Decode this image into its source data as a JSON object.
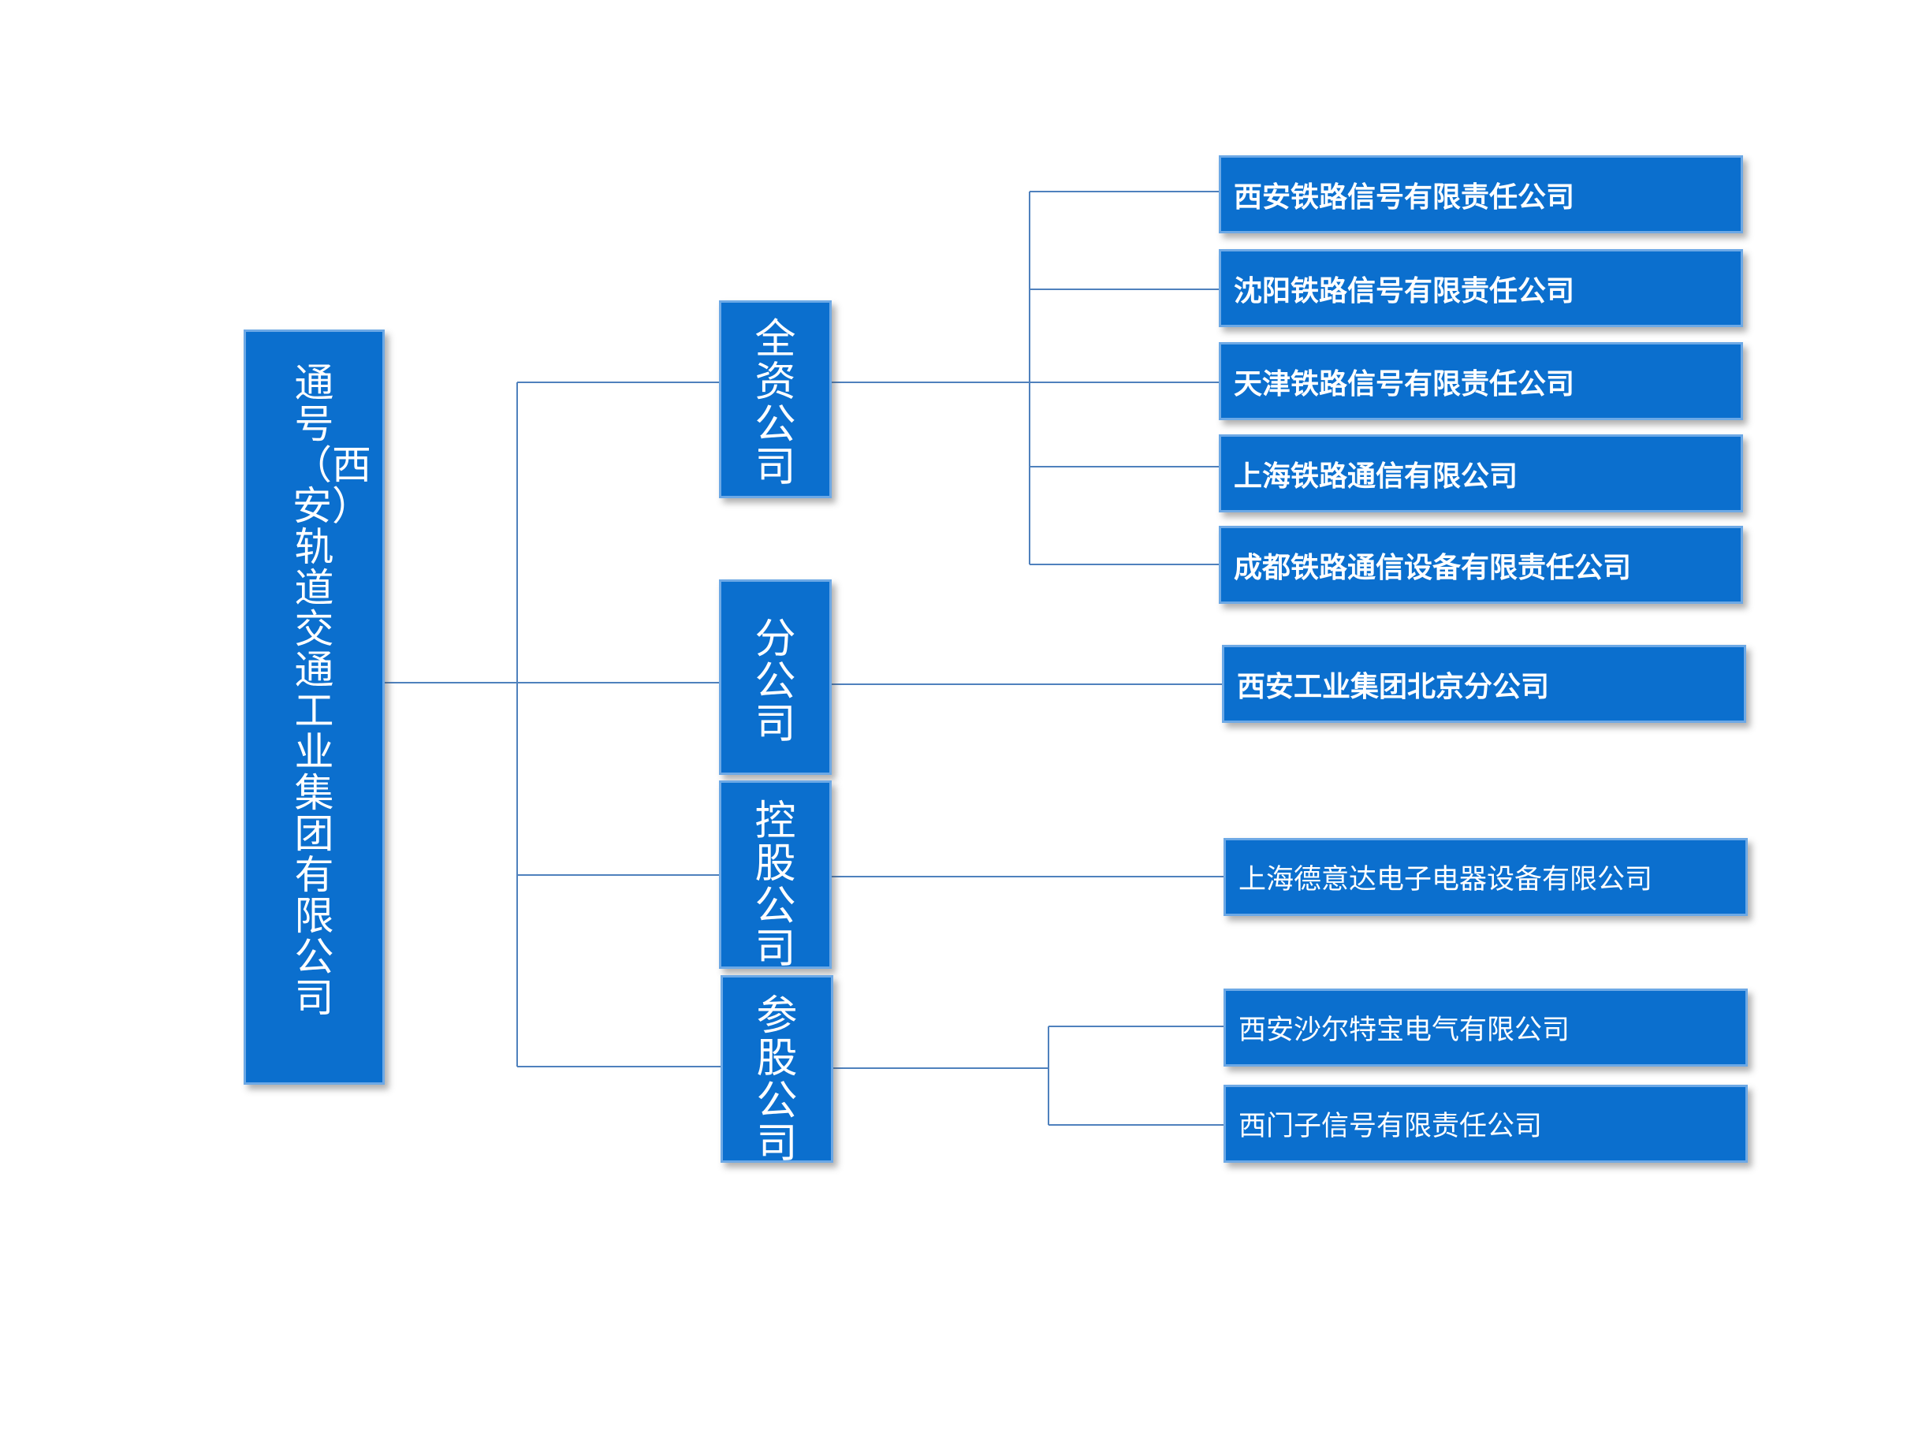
{
  "colors": {
    "box_fill": "#0b6fce",
    "box_border": "#6da9e6",
    "connector": "#4f81bd",
    "text": "#ffffff"
  },
  "root": {
    "label": "通号（西安）轨道交通工业集团有限公司"
  },
  "categories": {
    "full": {
      "label": "全资公司"
    },
    "branch": {
      "label": "分公司"
    },
    "holding": {
      "label": "控股公司"
    },
    "share": {
      "label": "参股公司"
    }
  },
  "companies": {
    "full": [
      "西安铁路信号有限责任公司",
      "沈阳铁路信号有限责任公司",
      "天津铁路信号有限责任公司",
      "上海铁路通信有限公司",
      "成都铁路通信设备有限责任公司"
    ],
    "branch": [
      "西安工业集团北京分公司"
    ],
    "holding": [
      "上海德意达电子电器设备有限公司"
    ],
    "share": [
      "西安沙尔特宝电气有限公司",
      "西门子信号有限责任公司"
    ]
  }
}
